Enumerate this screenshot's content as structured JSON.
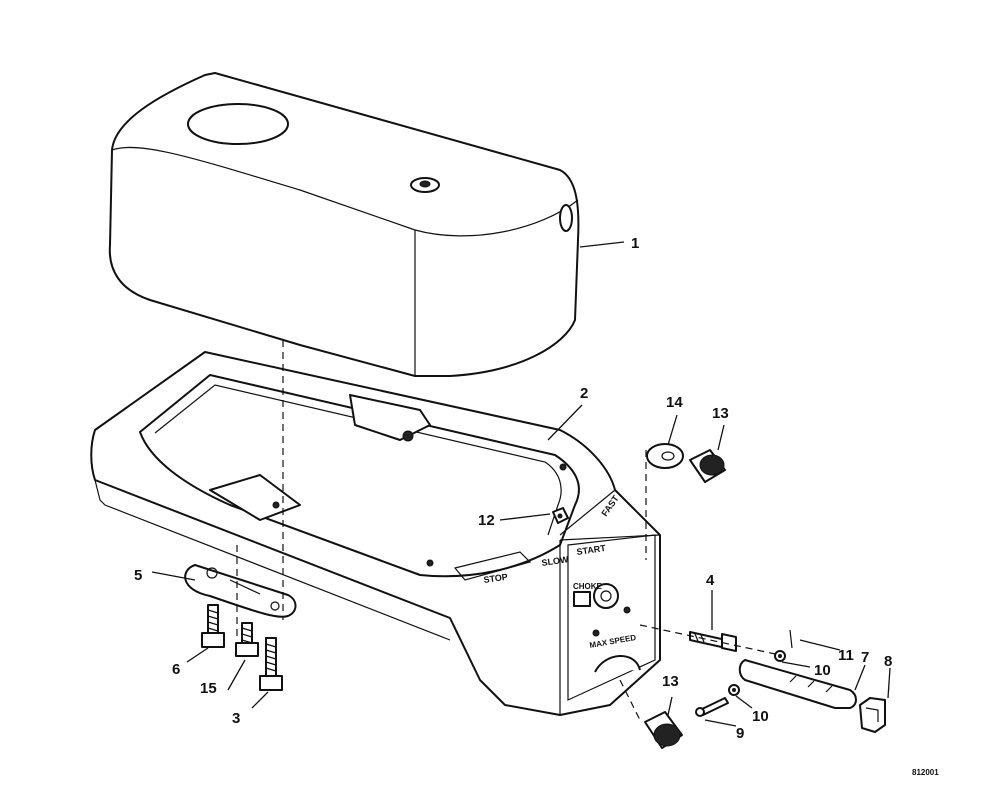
{
  "figure_code": "812001",
  "panel_labels": {
    "stop": "STOP",
    "slow": "SLOW",
    "start": "START",
    "fast": "FAST",
    "choke": "CHOKE",
    "max_speed": "MAX SPEED"
  },
  "callouts": [
    {
      "id": "1",
      "label": "1"
    },
    {
      "id": "2",
      "label": "2"
    },
    {
      "id": "3",
      "label": "3"
    },
    {
      "id": "4",
      "label": "4"
    },
    {
      "id": "5",
      "label": "5"
    },
    {
      "id": "6",
      "label": "6"
    },
    {
      "id": "7",
      "label": "7"
    },
    {
      "id": "8",
      "label": "8"
    },
    {
      "id": "9",
      "label": "9"
    },
    {
      "id": "10a",
      "label": "10"
    },
    {
      "id": "10b",
      "label": "10"
    },
    {
      "id": "11",
      "label": "11"
    },
    {
      "id": "12",
      "label": "12"
    },
    {
      "id": "13a",
      "label": "13"
    },
    {
      "id": "13b",
      "label": "13"
    },
    {
      "id": "14",
      "label": "14"
    },
    {
      "id": "15",
      "label": "15"
    }
  ]
}
